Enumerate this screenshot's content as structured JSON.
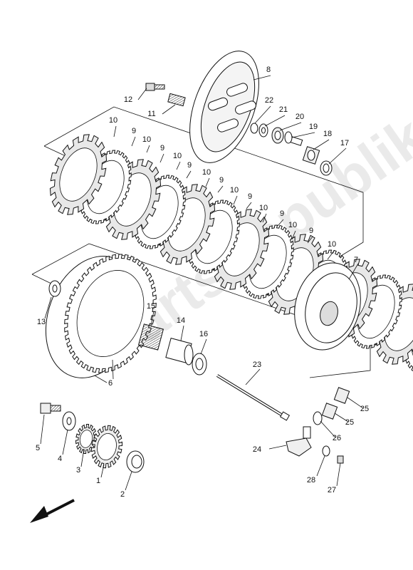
{
  "diagram": {
    "callouts": [
      "1",
      "2",
      "3",
      "4",
      "5",
      "6",
      "7",
      "8",
      "9",
      "10",
      "11",
      "12",
      "13",
      "14",
      "15",
      "16",
      "17",
      "18",
      "19",
      "20",
      "21",
      "22",
      "23",
      "24",
      "25",
      "26",
      "27",
      "28"
    ],
    "front_arrow_icon": "arrow-down-left-icon",
    "watermark_icon": "gear-watermark-icon"
  }
}
